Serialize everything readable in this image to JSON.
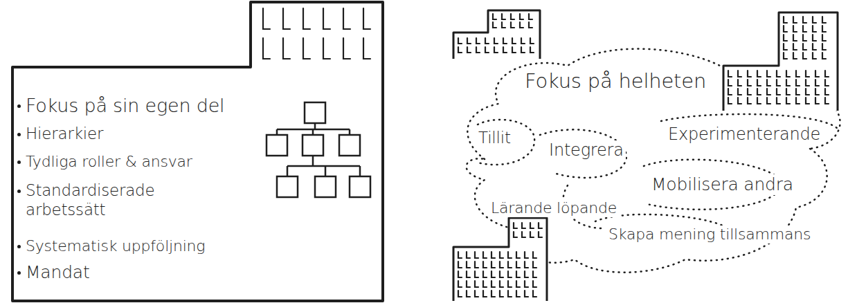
{
  "diagram": {
    "nodes": [
      {
        "text": [
          "Fokus på sin egen del",
          "Hierarkier",
          "Tydliga roller & ansvar",
          "Standardiserade arbetssätt",
          "Systematisk uppföljning",
          "Mandat"
        ]
      },
      {
        "text": [
          "Fokus på helheten",
          "Tillit",
          "Integrera",
          "Experimenterande",
          "Mobilisera andra",
          "Lärande löpande",
          "Skapa mening tillsammans"
        ]
      }
    ]
  }
}
